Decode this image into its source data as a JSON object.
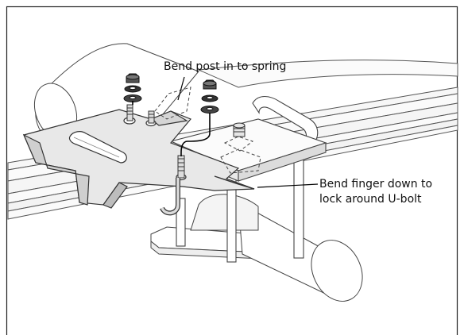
{
  "callouts": {
    "bend_post": "Bend post in to spring",
    "bend_finger_line1": "Bend finger down to",
    "bend_finger_line2": "lock around U-bolt"
  }
}
